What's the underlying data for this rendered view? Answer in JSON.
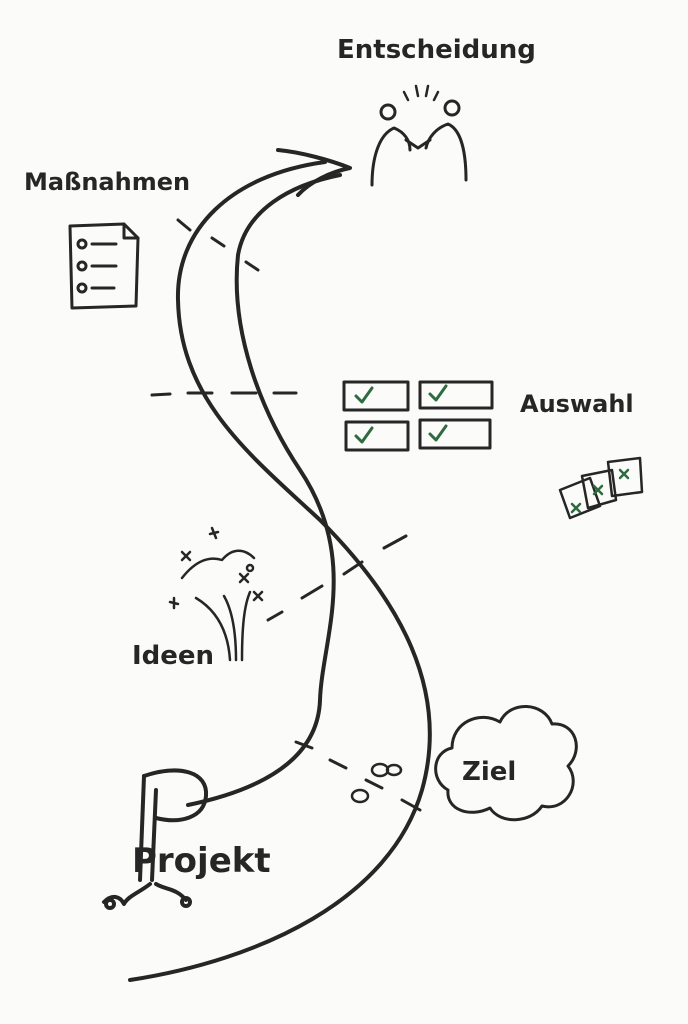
{
  "labels": {
    "entscheidung": "Entscheidung",
    "massnahmen": "Maßnahmen",
    "auswahl": "Auswahl",
    "ideen": "Ideen",
    "ziel": "Ziel",
    "projekt": "Projekt"
  },
  "colors": {
    "ink": "#262626",
    "check_green": "#2e6b3e",
    "paper": "#fbfbfa"
  },
  "icons": {
    "entscheidung": "handshake-icon",
    "massnahmen": "checklist-document-icon",
    "auswahl": "checkbox-grid-icon",
    "auswahl_extra": "voting-cards-icon",
    "ideen": "fireworks-icon",
    "ziel": "cloud-icon"
  }
}
